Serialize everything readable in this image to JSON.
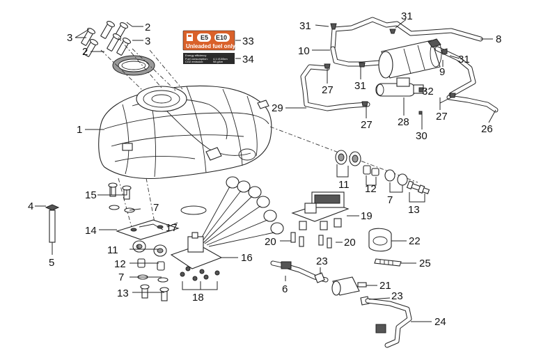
{
  "callouts": [
    "1",
    "2",
    "3",
    "4",
    "5",
    "6",
    "7",
    "8",
    "9",
    "10",
    "11",
    "12",
    "13",
    "14",
    "15",
    "16",
    "17",
    "18",
    "19",
    "20",
    "21",
    "22",
    "23",
    "24",
    "25",
    "26",
    "27",
    "28",
    "29",
    "30",
    "31",
    "32",
    "33",
    "34"
  ],
  "labels": {
    "fuel_type": "Unleaded fuel only",
    "e5": "E5",
    "e10": "E10",
    "energy_title": "Energy efficiency",
    "consumption": "Fuel consumption:",
    "emission": "CO2 emission:",
    "consumption_val": "4.1 l/100km",
    "emission_val": "98 g/km"
  },
  "colors": {
    "label_orange": "#d9612a",
    "label_dark": "#2b2b2b",
    "line": "#222222"
  },
  "icons": [
    "fuel-pump-icon"
  ]
}
